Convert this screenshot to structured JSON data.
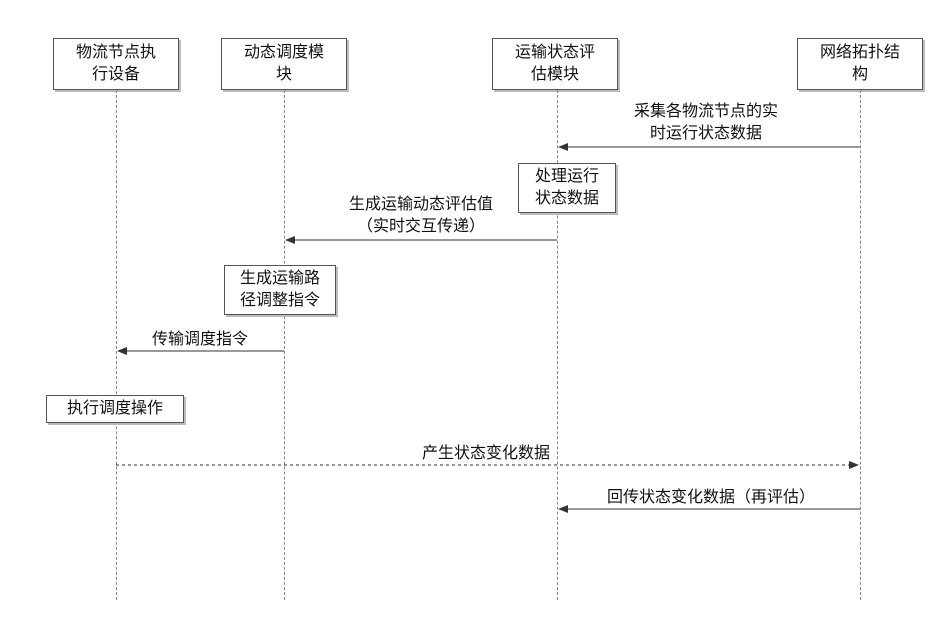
{
  "lanes": [
    {
      "line1": "物流节点执",
      "line2": "行设备"
    },
    {
      "line1": "动态调度模",
      "line2": "块"
    },
    {
      "line1": "运输状态评",
      "line2": "估模块"
    },
    {
      "line1": "网络拓扑结",
      "line2": "构"
    }
  ],
  "messages": {
    "m1": {
      "line1": "采集各物流节点的实",
      "line2": "时运行状态数据"
    },
    "m2": {
      "line1": "生成运输动态评估值",
      "line2": "（实时交互传递）"
    },
    "m3": {
      "line1": "传输调度指令"
    },
    "m4": {
      "line1": "产生状态变化数据"
    },
    "m5": {
      "line1": "回传状态变化数据（再评估）"
    }
  },
  "actions": {
    "a1": {
      "line1": "处理运行",
      "line2": "状态数据"
    },
    "a2": {
      "line1": "生成运输路",
      "line2": "径调整指令"
    },
    "a3": {
      "line1": "执行调度操作"
    }
  }
}
